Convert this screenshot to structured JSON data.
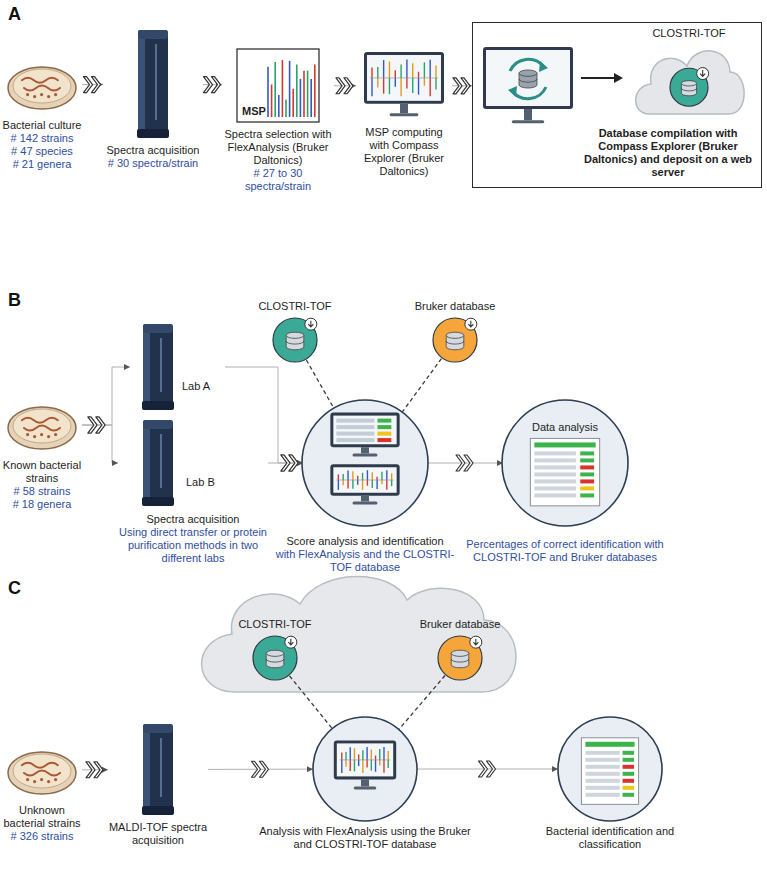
{
  "diagram": {
    "nodes": [
      {
        "text": [
          "Bacterial culture",
          "# 142 strains",
          "# 47 species",
          "# 21 genera"
        ]
      },
      {
        "text": [
          "Spectra acquisition",
          "# 30 spectra/strain"
        ]
      },
      {
        "text": [
          "MSP",
          "Spectra selection with FlexAnalysis (Bruker Daltonics)",
          "# 27 to 30 spectra/strain"
        ]
      },
      {
        "text": [
          "MSP computing with Compass Explorer (Bruker Daltonics)"
        ]
      },
      {
        "text": [
          "Database compilation with Compass Explorer (Bruker Daltonics) and deposit on a web server"
        ]
      },
      {
        "text": [
          "CLOSTRI-TOF"
        ],
        "in": 4
      },
      {
        "text": [
          "Known bacterial strains",
          "# 58 strains",
          "# 18 genera"
        ]
      },
      {
        "text": [
          "Lab A"
        ]
      },
      {
        "text": [
          "Lab B",
          "Spectra acquisition",
          "Using direct transfer or protein purification methods in two different labs"
        ]
      },
      {
        "text": [
          "CLOSTRI-TOF"
        ]
      },
      {
        "text": [
          "Bruker database"
        ]
      },
      {
        "text": [
          "Score analysis and identification",
          "with FlexAnalysis and the CLOSTRI-TOF database"
        ]
      },
      {
        "text": [
          "Data analysis",
          "Percentages of correct identification with CLOSTRI-TOF and Bruker databases"
        ]
      },
      {
        "text": [
          "Unknown bacterial strains",
          "# 326 strains"
        ]
      },
      {
        "text": [
          "MALDI-TOF spectra acquisition"
        ]
      },
      {
        "text": [
          "CLOSTRI-TOF"
        ]
      },
      {
        "text": [
          "Bruker database"
        ]
      },
      {
        "text": [
          "Analysis with FlexAnalysis using the Bruker and CLOSTRI-TOF database"
        ]
      },
      {
        "text": [
          "Bacterial identification and classification"
        ]
      }
    ],
    "edges": [
      {
        "from": 0,
        "to": 1,
        "arrow": "to"
      },
      {
        "from": 1,
        "to": 2,
        "arrow": "to"
      },
      {
        "from": 2,
        "to": 3,
        "arrow": "to"
      },
      {
        "from": 3,
        "to": 4,
        "arrow": "to"
      },
      {
        "from": 6,
        "to": 7,
        "arrow": "to"
      },
      {
        "from": 6,
        "to": 8,
        "arrow": "to"
      },
      {
        "from": 7,
        "to": 11,
        "arrow": "to"
      },
      {
        "from": 8,
        "to": 11,
        "arrow": "to"
      },
      {
        "from": 9,
        "to": 11,
        "arrow": "none"
      },
      {
        "from": 10,
        "to": 11,
        "arrow": "none"
      },
      {
        "from": 11,
        "to": 12,
        "arrow": "to"
      },
      {
        "from": 13,
        "to": 14,
        "arrow": "to"
      },
      {
        "from": 14,
        "to": 17,
        "arrow": "to"
      },
      {
        "from": 15,
        "to": 17,
        "arrow": "none"
      },
      {
        "from": 16,
        "to": 17,
        "arrow": "none"
      },
      {
        "from": 17,
        "to": 18,
        "arrow": "to"
      }
    ],
    "labels": [
      "A",
      "B",
      "C"
    ]
  }
}
